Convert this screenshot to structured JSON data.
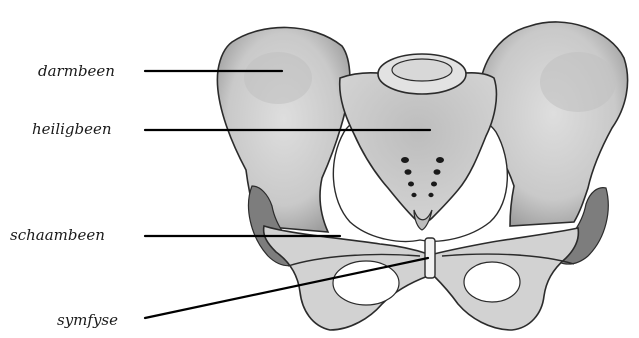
{
  "labels": {
    "ilium": "darmbeen",
    "sacrum": "heiligbeen",
    "pubis": "schaambeen",
    "symphysis": "symfyse"
  },
  "colors": {
    "background": "#ffffff",
    "bone_fill": "#d4d4d4",
    "bone_shade": "#a9a9a9",
    "bone_dark": "#5f5f5f",
    "outline": "#2b2b2b",
    "leader_line": "#000000"
  }
}
